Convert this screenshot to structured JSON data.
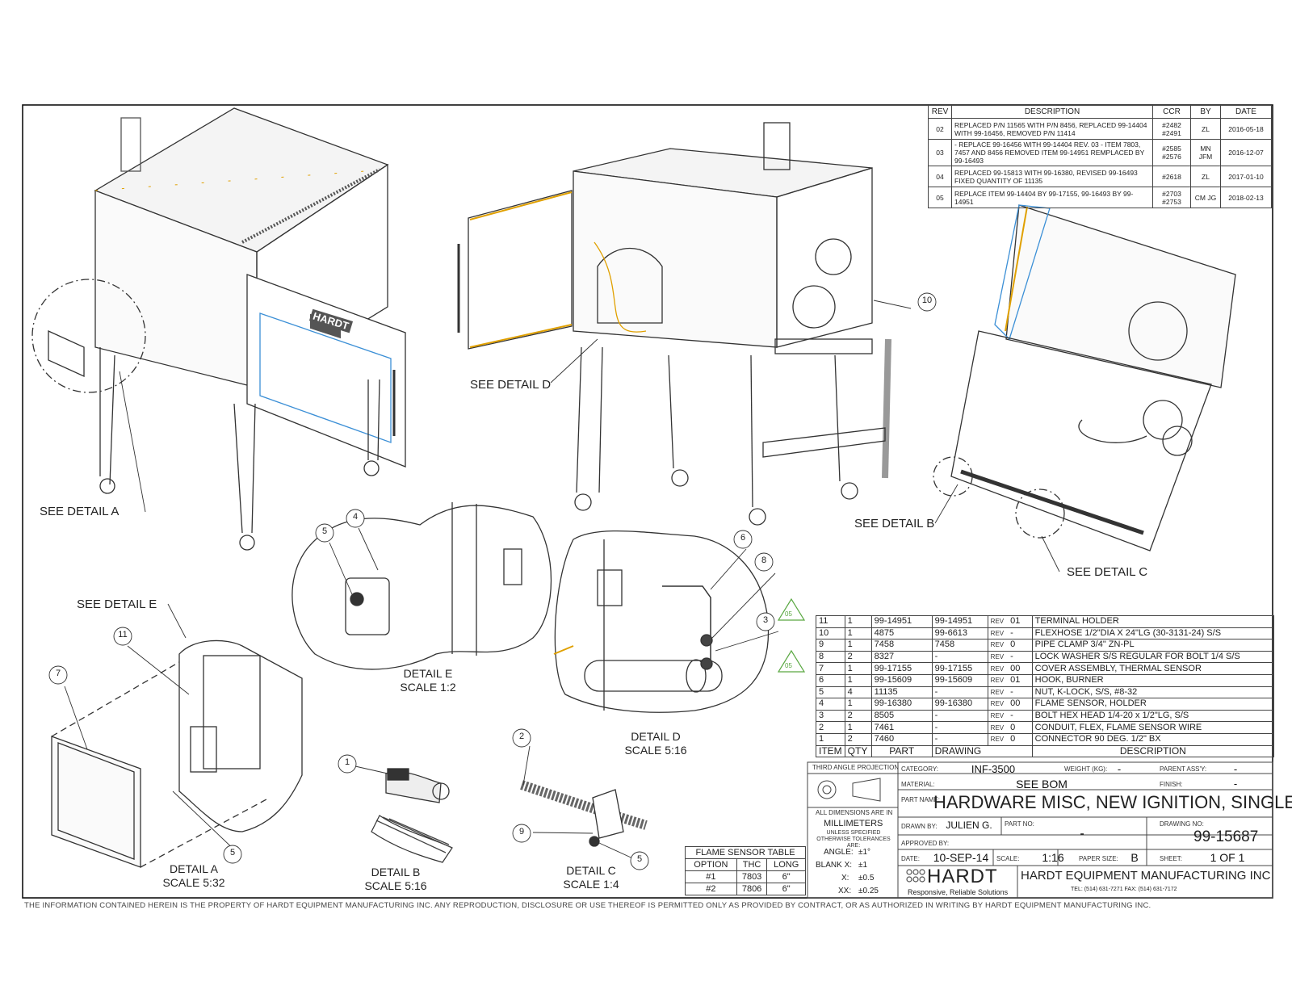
{
  "revisions": {
    "headers": {
      "rev": "REV",
      "description": "DESCRIPTION",
      "ccr": "CCR",
      "by": "BY",
      "date": "DATE"
    },
    "rows": [
      {
        "rev": "02",
        "description": "REPLACED P/N 11565 WITH P/N 8456, REPLACED 99-14404 WITH 99-16456, REMOVED P/N 11414",
        "ccr": "#2482 #2491",
        "by": "ZL",
        "date": "2016-05-18"
      },
      {
        "rev": "03",
        "description": "- REPLACE 99-16456 WITH 99-14404 REV. 03 - ITEM 7803, 7457 AND 8456 REMOVED ITEM 99-14951 REMPLACED BY 99-16493",
        "ccr": "#2585 #2576",
        "by": "MN JFM",
        "date": "2016-12-07"
      },
      {
        "rev": "04",
        "description": "REPLACED 99-15813 WITH 99-16380, REVISED 99-16493 FIXED QUANTITY OF 11135",
        "ccr": "#2618",
        "by": "ZL",
        "date": "2017-01-10"
      },
      {
        "rev": "05",
        "description": "REPLACE ITEM 99-14404 BY 99-17155, 99-16493 BY 99-14951",
        "ccr": "#2703 #2753",
        "by": "CM JG",
        "date": "2018-02-13"
      }
    ]
  },
  "callouts": {
    "see_detail_a": "SEE DETAIL A",
    "see_detail_b": "SEE DETAIL B",
    "see_detail_c": "SEE DETAIL C",
    "see_detail_d": "SEE DETAIL D",
    "see_detail_e": "SEE DETAIL E"
  },
  "details": {
    "a": {
      "title": "DETAIL A",
      "scale": "SCALE 5:32"
    },
    "b": {
      "title": "DETAIL B",
      "scale": "SCALE 5:16"
    },
    "c": {
      "title": "DETAIL C",
      "scale": "SCALE 1:4"
    },
    "d": {
      "title": "DETAIL D",
      "scale": "SCALE 5:16"
    },
    "e": {
      "title": "DETAIL E",
      "scale": "SCALE 1:2"
    }
  },
  "balloons": {
    "b1": "1",
    "b2": "2",
    "b3": "3",
    "b4": "4",
    "b5a": "5",
    "b5b": "5",
    "b5c": "5",
    "b6": "6",
    "b7": "7",
    "b8": "8",
    "b9": "9",
    "b10": "10",
    "b11": "11"
  },
  "rev_flags": {
    "f1": "05",
    "f2": "05"
  },
  "brand_on_door": "HARDT",
  "bom": {
    "headers": {
      "item": "ITEM",
      "qty": "QTY",
      "part": "PART",
      "drawing": "DRAWING",
      "description": "DESCRIPTION"
    },
    "rev_label": "REV",
    "rows": [
      {
        "item": "11",
        "qty": "1",
        "part": "99-14951",
        "drawing": "99-14951",
        "rev": "01",
        "description": "TERMINAL HOLDER"
      },
      {
        "item": "10",
        "qty": "1",
        "part": "4875",
        "drawing": "99-6613",
        "rev": "-",
        "description": "FLEXHOSE 1/2\"DIA X 24\"LG (30-3131-24) S/S"
      },
      {
        "item": "9",
        "qty": "1",
        "part": "7458",
        "drawing": "7458",
        "rev": "0",
        "description": "PIPE CLAMP 3/4\" ZN-PL"
      },
      {
        "item": "8",
        "qty": "2",
        "part": "8327",
        "drawing": "-",
        "rev": "-",
        "description": "LOCK WASHER S/S REGULAR FOR BOLT 1/4 S/S"
      },
      {
        "item": "7",
        "qty": "1",
        "part": "99-17155",
        "drawing": "99-17155",
        "rev": "00",
        "description": "COVER ASSEMBLY, THERMAL SENSOR"
      },
      {
        "item": "6",
        "qty": "1",
        "part": "99-15609",
        "drawing": "99-15609",
        "rev": "01",
        "description": "HOOK, BURNER"
      },
      {
        "item": "5",
        "qty": "4",
        "part": "11135",
        "drawing": "-",
        "rev": "-",
        "description": "NUT, K-LOCK, S/S, #8-32"
      },
      {
        "item": "4",
        "qty": "1",
        "part": "99-16380",
        "drawing": "99-16380",
        "rev": "00",
        "description": "FLAME SENSOR, HOLDER"
      },
      {
        "item": "3",
        "qty": "2",
        "part": "8505",
        "drawing": "-",
        "rev": "-",
        "description": "BOLT HEX HEAD 1/4-20 x 1/2\"LG, S/S"
      },
      {
        "item": "2",
        "qty": "1",
        "part": "7461",
        "drawing": "-",
        "rev": "0",
        "description": "CONDUIT, FLEX, FLAME SENSOR WIRE"
      },
      {
        "item": "1",
        "qty": "2",
        "part": "7460",
        "drawing": "-",
        "rev": "0",
        "description": "CONNECTOR 90 DEG. 1/2\" BX"
      }
    ]
  },
  "flame_sensor_table": {
    "title": "FLAME SENSOR TABLE",
    "headers": [
      "OPTION",
      "THC",
      "LONG"
    ],
    "rows": [
      [
        "#1",
        "7803",
        "6\""
      ],
      [
        "#2",
        "7806",
        "6\""
      ]
    ]
  },
  "title_block": {
    "projection": "THIRD ANGLE PROJECTION",
    "dims_note": "ALL DIMENSIONS ARE IN",
    "units": "MILLIMETERS",
    "tol_note": "UNLESS SPECIFIED OTHERWISE TOLERANCES ARE:",
    "angle_label": "ANGLE:",
    "angle_val": "±1°",
    "blank_label": "BLANK X:",
    "blank_val": "±1",
    "x_label": "X:",
    "x_val": "±0.5",
    "xx_label": "XX:",
    "xx_val": "±0.25",
    "category_label": "CATEGORY:",
    "category": "INF-3500",
    "weight_label": "WEIGHT (KG):",
    "weight": "-",
    "parent_label": "PARENT ASS'Y:",
    "parent": "-",
    "material_label": "MATERIAL:",
    "material": "SEE BOM",
    "finish_label": "FINISH:",
    "finish": "-",
    "partname_label": "PART NAME:",
    "part_name": "HARDWARE MISC, NEW IGNITION, SINGLE",
    "drawnby_label": "DRAWN BY:",
    "drawn_by": "JULIEN G.",
    "partno_label": "PART NO:",
    "part_no": "-",
    "drawingno_label": "DRAWING NO:",
    "drawing_no": "99-15687",
    "approved_label": "APPROVED BY:",
    "date_label": "DATE:",
    "date": "10-SEP-14",
    "scale_label": "SCALE:",
    "scale": "1:16",
    "paper_label": "PAPER SIZE:",
    "paper": "B",
    "sheet_label": "SHEET:",
    "sheet": "1 OF 1",
    "logo": "HARDT",
    "tagline": "Responsive, Reliable Solutions",
    "company": "HARDT EQUIPMENT MANUFACTURING INC",
    "contact": "TEL: (514) 631-7271 FAX: (514) 631-7172"
  },
  "footer": "THE INFORMATION CONTAINED HEREIN IS THE PROPERTY OF HARDT EQUIPMENT MANUFACTURING INC. ANY REPRODUCTION, DISCLOSURE OR USE THEREOF IS PERMITTED ONLY AS PROVIDED BY CONTRACT, OR AS AUTHORIZED IN WRITING BY HARDT EQUIPMENT MANUFACTURING INC."
}
